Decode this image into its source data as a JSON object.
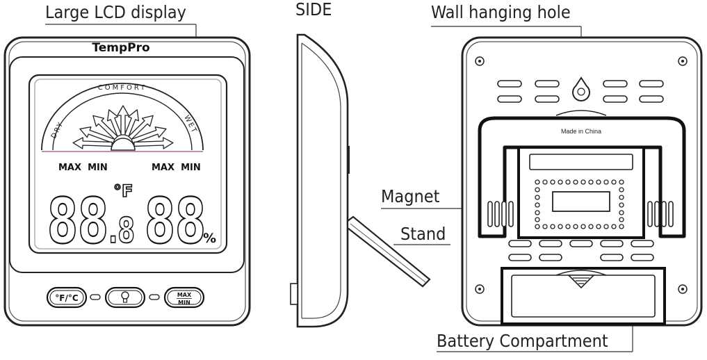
{
  "callouts": {
    "lcd": "Large LCD display",
    "side": "SIDE",
    "wall_hole": "Wall hanging hole",
    "magnet": "Magnet",
    "stand": "Stand",
    "battery": "Battery Compartment"
  },
  "front": {
    "brand": "TempPro",
    "comfort": "COMFORT",
    "dry": "DRY",
    "wet": "WET",
    "max_min_left": "MAX  MIN",
    "max_min_right": "MAX  MIN",
    "temp_digits": "88",
    "temp_decimal": ".8",
    "temp_unit": "°F",
    "hum_digits": "88",
    "hum_unit": "%",
    "btn_unit": "°F/°C",
    "btn_max": "MAX",
    "btn_min": "MIN"
  },
  "back": {
    "made_in": "Made in China"
  }
}
